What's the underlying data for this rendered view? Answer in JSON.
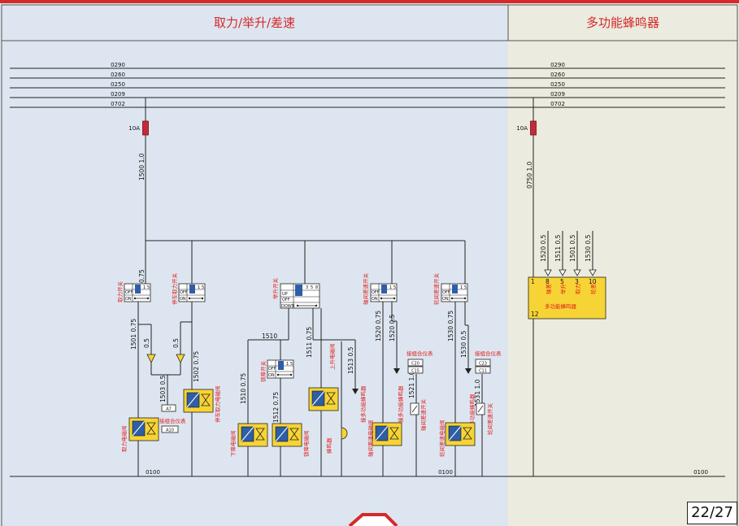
{
  "headers": {
    "left": "取力/举升/差速",
    "right": "多功能蜂鸣器"
  },
  "bus_lines": [
    "0290",
    "0260",
    "0250",
    "0209",
    "0702"
  ],
  "ground_label": "0100",
  "fuse_rating": "10A",
  "page_number": "22/27",
  "wires": {
    "w1500": "1500 1.0",
    "w0750": "0750 1.0",
    "w1501": "1501 0.75",
    "w1502": "1502 0.75",
    "w1503": "1503 0.5",
    "w1510": "1510",
    "w1510v": "1510 0.75",
    "w1511": "1511 0.75",
    "w1512": "1512 0.75",
    "w1513": "1513 0.5",
    "w1520": "1520 0.75",
    "w1520b": "1520 0.5",
    "w1521": "1521 1.0",
    "w1530": "1530 0.75",
    "w1530b": "1530 0.5",
    "w1531": "1531 1.0",
    "b1520": "1520 0.5",
    "b1511": "1511 0.5",
    "b1501": "1501 0.5",
    "b1530": "1530 0.5",
    "d05a": "0.5",
    "d05b": "0.5",
    "d075": "0.75"
  },
  "switches": {
    "pto": "取力开关",
    "parking_pto": "停车取力开关",
    "lift": "举升开关",
    "drop": "锁降开关",
    "diff_mid": "轴间差速开关",
    "diff_wheel": "轮间差速开关"
  },
  "switch_pos": {
    "off": "OFF",
    "on": "ON",
    "up": "UP",
    "down": "DOWN"
  },
  "pin_labels": {
    "p1": "1",
    "p3": "3",
    "p5": "5",
    "p8": "8"
  },
  "valves": {
    "pto_valve": "取力电磁阀",
    "parking_pto_valve": "停车取力电磁阀",
    "down_valve": "下降电磁阀",
    "drop_valve": "锁降电磁阀",
    "up_valve": "上升电磁阀",
    "mid_diff_valve": "轴间差速电磁阀",
    "wheel_diff_valve": "轮间差速电磁阀"
  },
  "misc": {
    "to_cluster": "接组合仪表",
    "to_buzzer": "接多功能蜂鸣器",
    "buzzer_small": "蜂鸣器",
    "mid_diff_sensor": "轴间差速开关",
    "wheel_diff_sensor": "轮间差速开关"
  },
  "connectors": {
    "a7": "A7",
    "a10": "A10",
    "c20": "C20",
    "c15": "C15",
    "c23": "C23",
    "c11": "C11"
  },
  "buzzer": {
    "name": "多功能蜂鸣器",
    "pins": [
      "1",
      "8",
      "5",
      "3",
      "10"
    ],
    "pin_names": [
      "轴差",
      "举升",
      "取力",
      "轮差"
    ],
    "bottom_pin": "12"
  },
  "colors": {
    "left_bg": "#dde6f0",
    "right_bg": "#ebebdf",
    "accent": "#d42a2a",
    "component_fill": "#f7d435",
    "coil_fill": "#2e5ea8"
  }
}
